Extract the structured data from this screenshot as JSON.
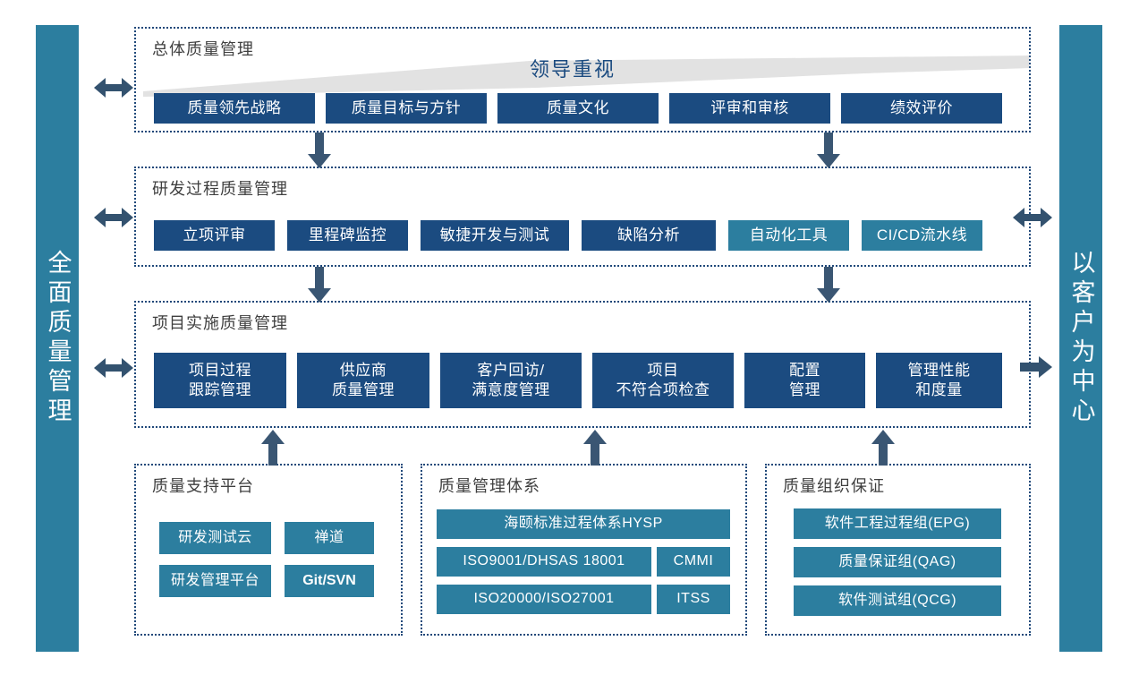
{
  "side_banners": {
    "left": {
      "label": "全面质量管理",
      "color": "#2c7e9f"
    },
    "right": {
      "label": "以客户为中心",
      "color": "#2c7e9f"
    }
  },
  "colors": {
    "navy": "#1b4b80",
    "teal": "#2c7e9f",
    "dotted_border": "#20497a",
    "wedge_gray": "#e2e2e2",
    "title_text": "#3f3f3f"
  },
  "rows": {
    "row1": {
      "title": "总体质量管理",
      "wedge_label": "领导重视",
      "items": [
        {
          "label": "质量领先战略",
          "style": "navy"
        },
        {
          "label": "质量目标与方针",
          "style": "navy"
        },
        {
          "label": "质量文化",
          "style": "navy"
        },
        {
          "label": "评审和审核",
          "style": "navy"
        },
        {
          "label": "绩效评价",
          "style": "navy"
        }
      ]
    },
    "row2": {
      "title": "研发过程质量管理",
      "items": [
        {
          "label": "立项评审",
          "style": "navy"
        },
        {
          "label": "里程碑监控",
          "style": "navy"
        },
        {
          "label": "敏捷开发与测试",
          "style": "navy"
        },
        {
          "label": "缺陷分析",
          "style": "navy"
        },
        {
          "label": "自动化工具",
          "style": "teal"
        },
        {
          "label": "CI/CD流水线",
          "style": "teal"
        }
      ]
    },
    "row3": {
      "title": "项目实施质量管理",
      "items": [
        {
          "label": "项目过程\n跟踪管理",
          "style": "navy"
        },
        {
          "label": "供应商\n质量管理",
          "style": "navy"
        },
        {
          "label": "客户回访/\n满意度管理",
          "style": "navy"
        },
        {
          "label": "项目\n不符合项检查",
          "style": "navy"
        },
        {
          "label": "配置\n管理",
          "style": "navy"
        },
        {
          "label": "管理性能\n和度量",
          "style": "navy"
        }
      ]
    }
  },
  "bottom": {
    "support_platform": {
      "title": "质量支持平台",
      "items": [
        {
          "label": "研发测试云",
          "style": "teal",
          "bold": false
        },
        {
          "label": "禅道",
          "style": "teal",
          "bold": false
        },
        {
          "label": "研发管理平台",
          "style": "teal",
          "bold": false
        },
        {
          "label": "Git/SVN",
          "style": "teal",
          "bold": true
        }
      ]
    },
    "management_system": {
      "title": "质量管理体系",
      "items": [
        {
          "label": "海颐标准过程体系HYSP",
          "style": "teal",
          "bold": false
        },
        {
          "label": "ISO9001/DHSAS 18001",
          "style": "teal",
          "bold": false
        },
        {
          "label": "CMMI",
          "style": "teal",
          "bold": false
        },
        {
          "label": "ISO20000/ISO27001",
          "style": "teal",
          "bold": false
        },
        {
          "label": "ITSS",
          "style": "teal",
          "bold": false
        }
      ]
    },
    "organization": {
      "title": "质量组织保证",
      "items": [
        {
          "label": "软件工程过程组(EPG)",
          "style": "teal",
          "bold": false
        },
        {
          "label": "质量保证组(QAG)",
          "style": "teal",
          "bold": false
        },
        {
          "label": "软件测试组(QCG)",
          "style": "teal",
          "bold": false
        }
      ]
    }
  },
  "arrows": {
    "left_double_1": "double-arrow-left-right",
    "left_double_2": "double-arrow-left-right",
    "left_double_3": "double-arrow-left-right",
    "right_double_2": "double-arrow-left-right",
    "right_single_3": "arrow-right",
    "down_1a": "arrow-down",
    "down_1b": "arrow-down",
    "down_2a": "arrow-down",
    "down_2b": "arrow-down",
    "up_1": "arrow-up",
    "up_2": "arrow-up",
    "up_3": "arrow-up"
  }
}
